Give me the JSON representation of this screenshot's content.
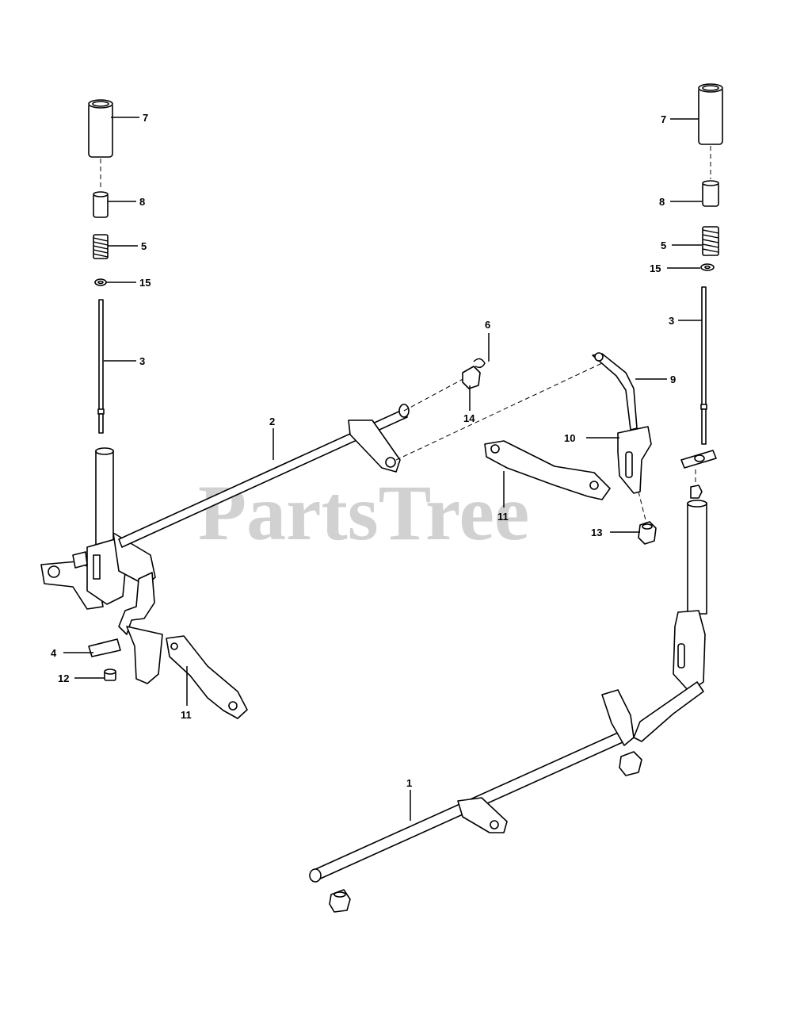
{
  "watermark": "PartsTree",
  "callouts": {
    "c1": "1",
    "c2": "2",
    "c3_left": "3",
    "c3_right": "3",
    "c4": "4",
    "c5_left": "5",
    "c5_right": "5",
    "c6": "6",
    "c7_left": "7",
    "c7_right": "7",
    "c8_left": "8",
    "c8_right": "8",
    "c9": "9",
    "c10": "10",
    "c11_left": "11",
    "c11_mid": "11",
    "c12": "12",
    "c13": "13",
    "c14": "14",
    "c15_left": "15",
    "c15_right": "15"
  }
}
